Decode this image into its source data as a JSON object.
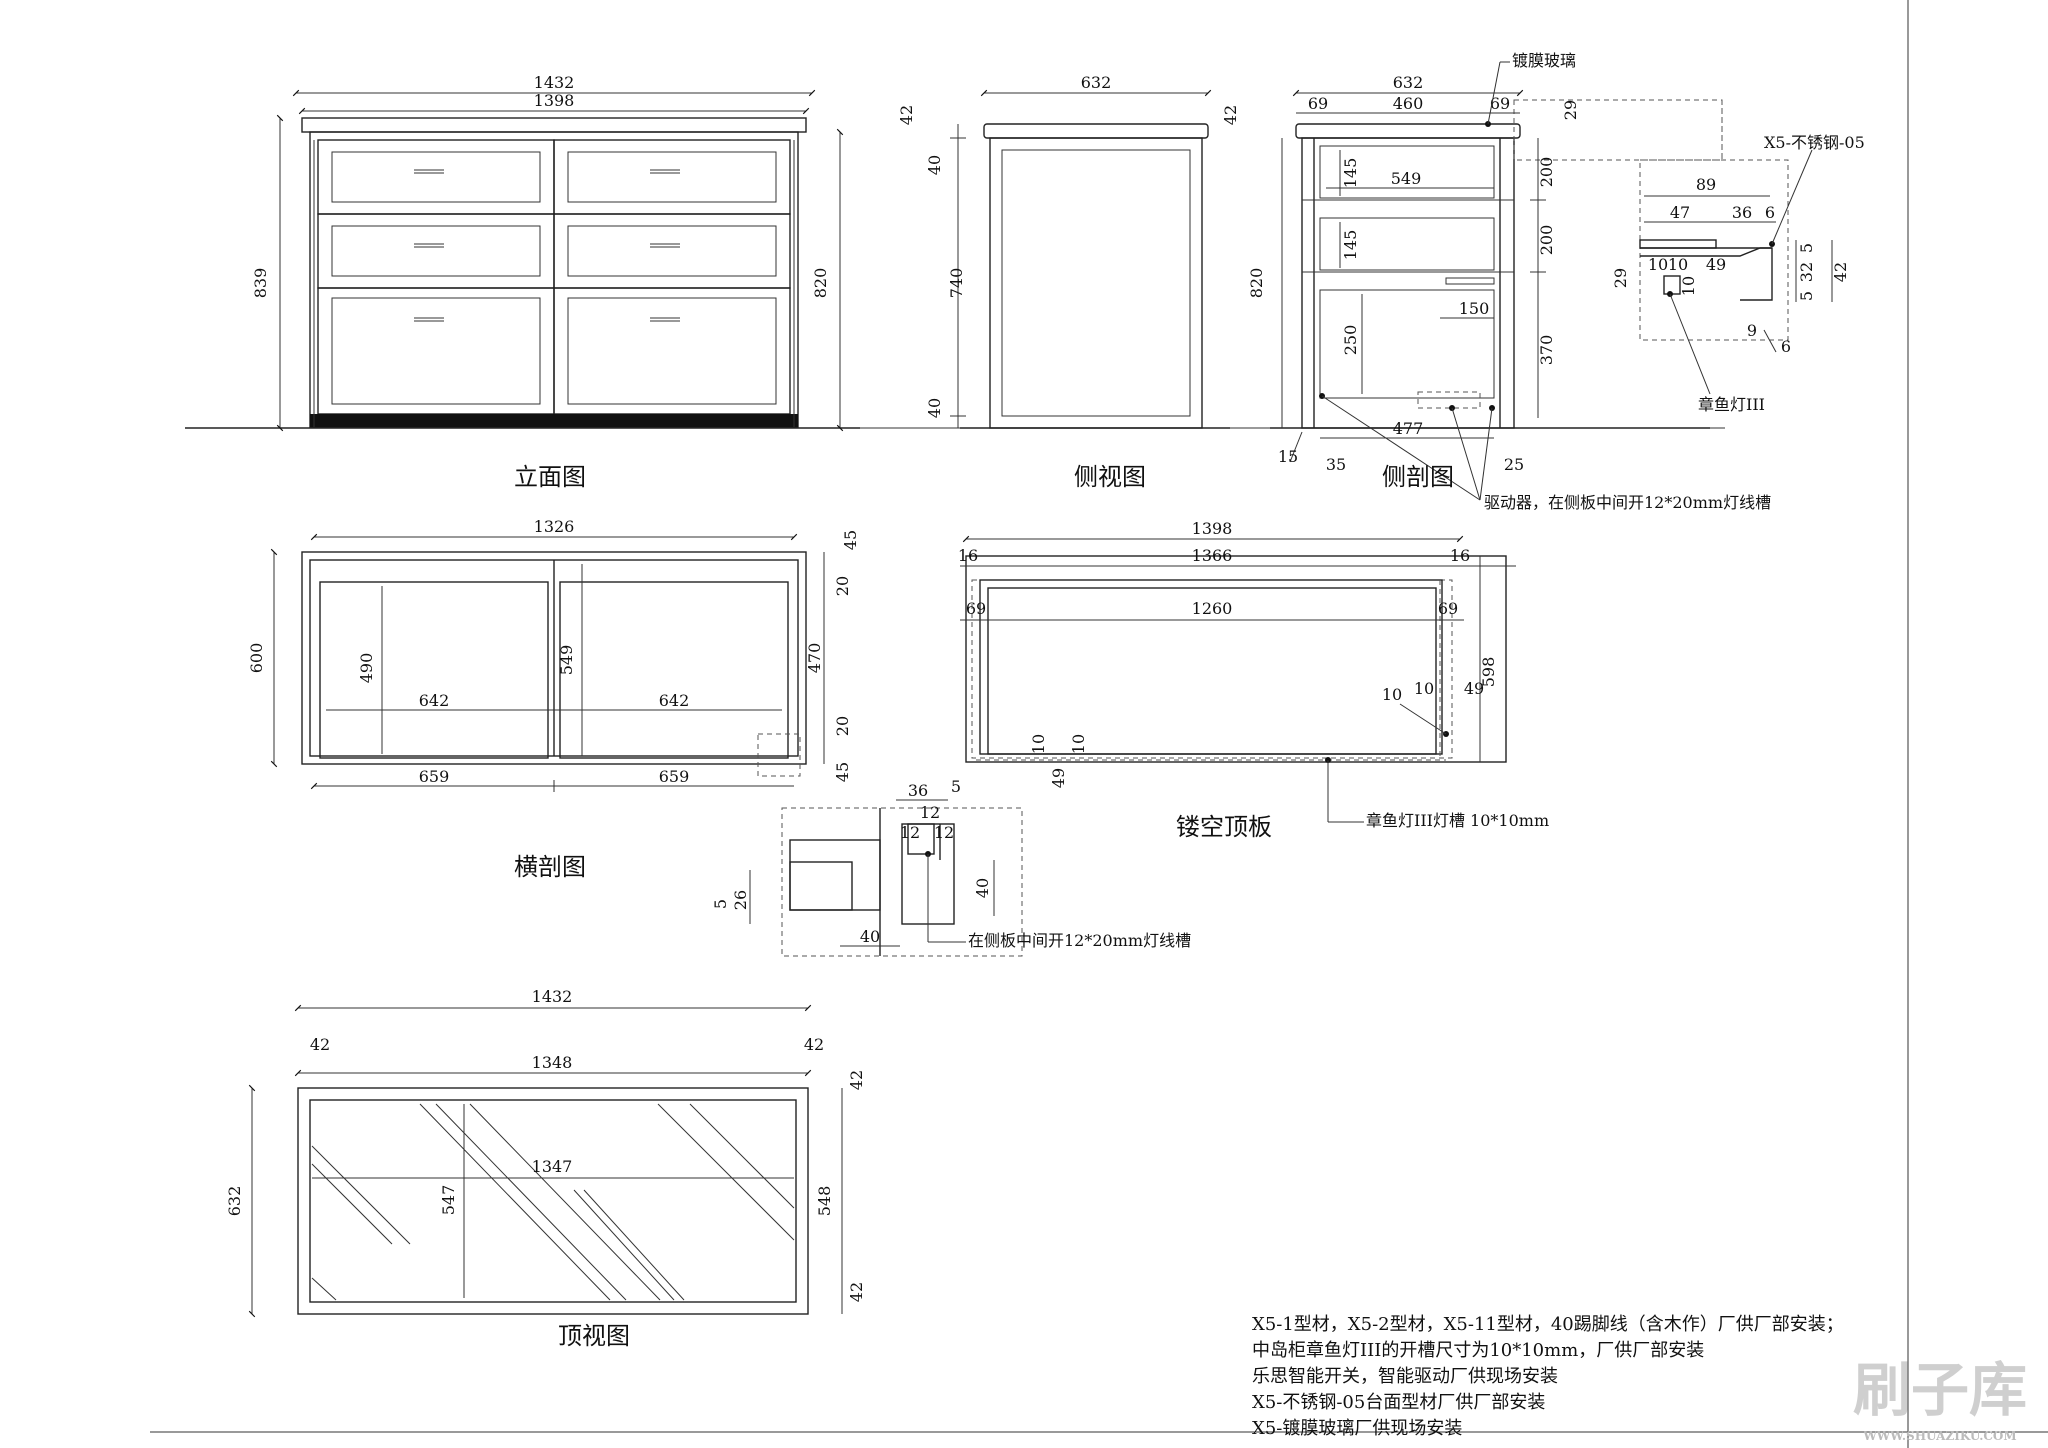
{
  "views": {
    "elevation": {
      "title": "立面图",
      "dims": {
        "overall_width": "1432",
        "inner_width": "1398",
        "total_height": "839",
        "body_height": "820"
      }
    },
    "side": {
      "title": "侧视图",
      "dims": {
        "width": "632",
        "top": "42",
        "top_gap": "40",
        "body": "740",
        "base": "40"
      }
    },
    "section": {
      "title": "侧剖图",
      "label_glass": "镀膜玻璃",
      "label_driver": "驱动器，在侧板中间开12*20mm灯线槽",
      "dims": {
        "width": "632",
        "left": "69",
        "mid": "460",
        "right": "69",
        "right_gap": "29",
        "top": "42",
        "drawer_depth": "549",
        "drawer1": "145",
        "drawer2": "145",
        "drawer3": "250",
        "pos150": "150",
        "h1": "200",
        "h2": "200",
        "h3": "370",
        "height": "820",
        "bottom": "477",
        "b15": "15",
        "b35": "35",
        "b25": "25"
      }
    },
    "detail_x5": {
      "label_steel": "X5-不锈钢-05",
      "label_light": "章鱼灯III",
      "dims": {
        "d89": "89",
        "d47": "47",
        "d36": "36",
        "d6a": "6",
        "d29": "29",
        "d10a": "10",
        "d10b": "10",
        "d49": "49",
        "d10c": "10",
        "d32": "32",
        "d42": "42",
        "d5a": "5",
        "d5b": "5",
        "d9": "9",
        "d6b": "6"
      }
    },
    "cross": {
      "title": "横剖图",
      "dims": {
        "width": "1326",
        "depth": "600",
        "w642a": "642",
        "w642b": "642",
        "h490": "490",
        "h549": "549",
        "h470": "470",
        "t45": "45",
        "t20": "20",
        "b20": "20",
        "b45": "45",
        "w659a": "659",
        "w659b": "659"
      }
    },
    "groove_detail": {
      "label": "在侧板中间开12*20mm灯线槽",
      "dims": {
        "d36": "36",
        "d5": "5",
        "d12a": "12",
        "d12b": "12",
        "d12c": "12",
        "d40v": "40",
        "d26": "26",
        "d5b": "5",
        "d40h": "40"
      }
    },
    "top_panel": {
      "title": "镂空顶板",
      "label_groove": "章鱼灯III灯槽 10*10mm",
      "dims": {
        "w1398": "1398",
        "w1366": "1366",
        "w16a": "16",
        "w16b": "16",
        "w1260": "1260",
        "w69a": "69",
        "w69b": "69",
        "h598": "598",
        "d10a": "10",
        "d10b": "10",
        "d49": "49",
        "d10c": "10",
        "d49b": "49",
        "d10d": "10"
      }
    },
    "plan": {
      "title": "顶视图",
      "dims": {
        "w1432": "1432",
        "w1348": "1348",
        "w1347": "1347",
        "m42a": "42",
        "m42b": "42",
        "r42a": "42",
        "r42b": "42",
        "h632": "632",
        "h547": "547",
        "h548": "548"
      }
    }
  },
  "notes": [
    "X5-1型材，X5-2型材，X5-11型材，40踢脚线（含木作）厂供厂部安装；",
    "中岛柜章鱼灯III的开槽尺寸为10*10mm，厂供厂部安装",
    "乐思智能开关，智能驱动厂供现场安装",
    "X5-不锈钢-05台面型材厂供厂部安装",
    "X5-镀膜玻璃厂供现场安装"
  ],
  "watermark": {
    "text": "刷子库",
    "url": "WWW.SHUAZIKU.COM"
  }
}
